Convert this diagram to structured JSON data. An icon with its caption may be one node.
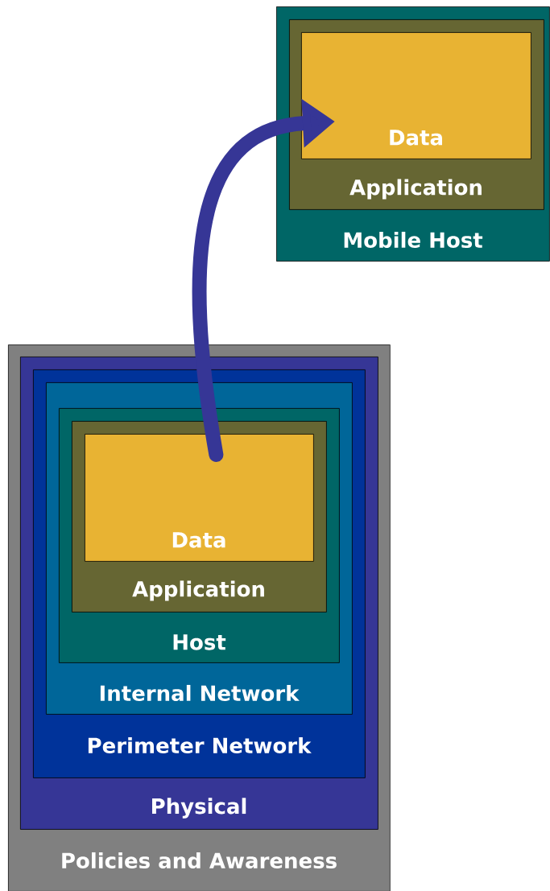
{
  "diagram": {
    "nodes": [
      {
        "text": [
          "Policies and Awareness"
        ]
      },
      {
        "text": [
          "Physical"
        ],
        "in": 0
      },
      {
        "text": [
          "Perimeter Network"
        ],
        "in": 1
      },
      {
        "text": [
          "Internal Network"
        ],
        "in": 2
      },
      {
        "text": [
          "Host"
        ],
        "in": 3
      },
      {
        "text": [
          "Application"
        ],
        "in": 4
      },
      {
        "text": [
          "Data"
        ],
        "in": 5
      },
      {
        "text": [
          "Mobile Host"
        ]
      },
      {
        "text": [
          "Application"
        ],
        "in": 7
      },
      {
        "text": [
          "Data"
        ],
        "in": 8
      }
    ],
    "edges": [
      {
        "from": 6,
        "to": 9,
        "arrow": "to",
        "color": "#363696"
      }
    ]
  }
}
